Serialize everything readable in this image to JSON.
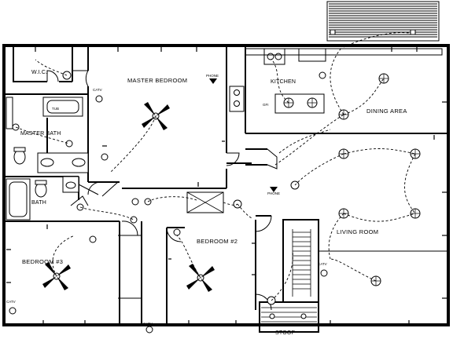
{
  "rooms": {
    "wic": "W.I.C.",
    "master_bedroom": "MASTER BEDROOM",
    "kitchen": "KITCHEN",
    "dining_area": "DINING AREA",
    "master_bath": "MASTER BATH",
    "bath": "BATH",
    "living_room": "LIVING ROOM",
    "bedroom3": "BEDROOM #3",
    "bedroom2": "BEDROOM #2",
    "stoop": "STOOP"
  },
  "symbols": {
    "catv": "CATV",
    "phone": "PHONE",
    "tub": "TUB",
    "gfi": "GFI"
  }
}
